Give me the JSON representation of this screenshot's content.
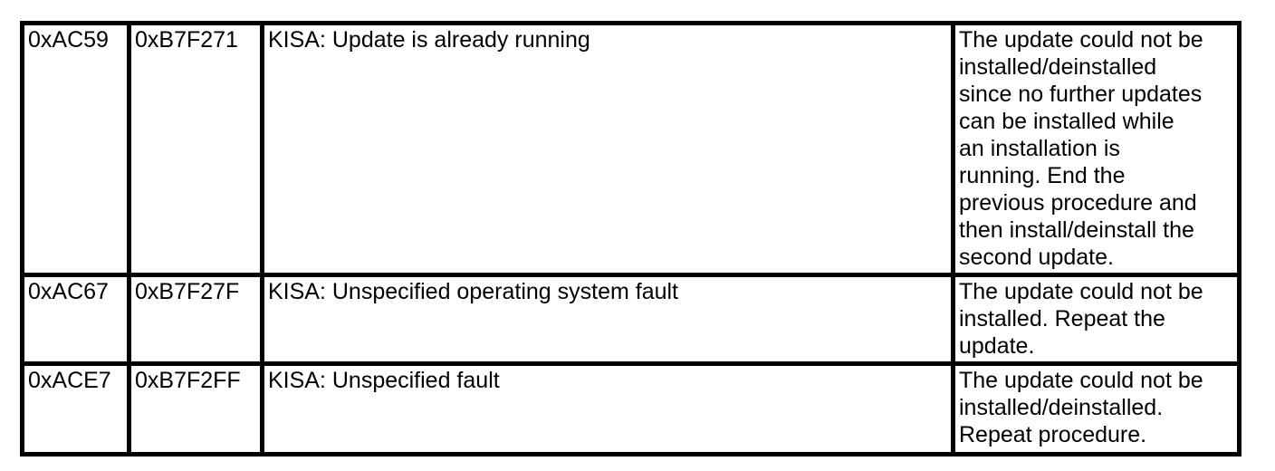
{
  "page": {
    "background_color": "#ffffff",
    "text_color": "#000000",
    "border_color": "#000000"
  },
  "table": {
    "rows": [
      {
        "error_code": "0xAC59",
        "error_code_alt": "0xB7F271",
        "description": "KISA: Update is already running",
        "remedy": "The update could not be\ninstalled/deinstalled\nsince no further updates\ncan be installed while\nan installation is\nrunning. End the\nprevious procedure and\nthen install/deinstall the\nsecond update."
      },
      {
        "error_code": "0xAC67",
        "error_code_alt": "0xB7F27F",
        "description": "KISA: Unspecified operating system fault",
        "remedy": "The update could not be\ninstalled. Repeat the\nupdate."
      },
      {
        "error_code": "0xACE7",
        "error_code_alt": "0xB7F2FF",
        "description": "KISA: Unspecified fault",
        "remedy": "The update could not be\ninstalled/deinstalled.\nRepeat procedure."
      }
    ]
  }
}
